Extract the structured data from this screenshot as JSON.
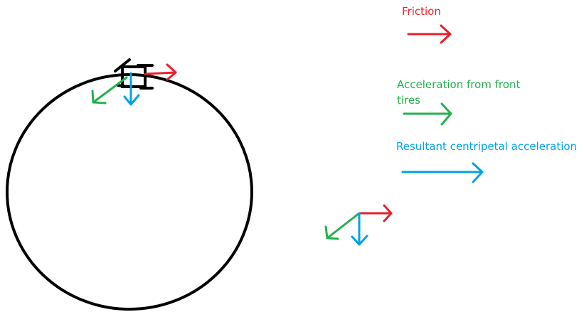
{
  "colors": {
    "friction": "#e8202a",
    "front_tires": "#22b14c",
    "centripetal": "#00a2e8",
    "track": "#000000",
    "car": "#000000",
    "background": "#ffffff"
  },
  "legend": {
    "friction": {
      "label": "Friction",
      "color": "#e8202a"
    },
    "front_tires": {
      "label": "Acceleration from front tires",
      "color": "#22b14c"
    },
    "centripetal": {
      "label": "Resultant centripetal acceleration",
      "color": "#00a2e8"
    }
  }
}
